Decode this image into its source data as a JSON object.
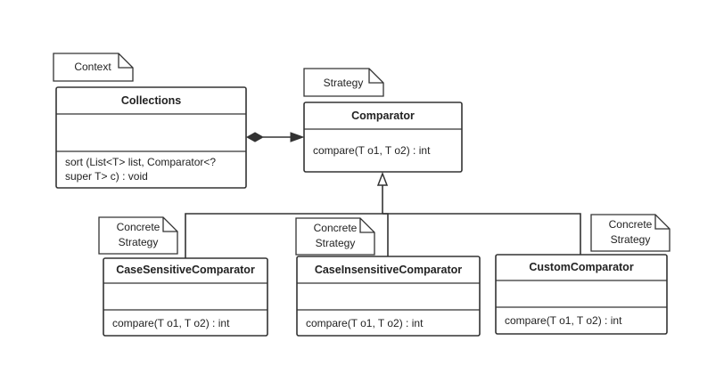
{
  "notes": {
    "context": [
      "Context"
    ],
    "strategy": [
      "Strategy"
    ],
    "concrete_1": [
      "Concrete",
      "Strategy"
    ],
    "concrete_2": [
      "Concrete",
      "Strategy"
    ],
    "concrete_3": [
      "Concrete",
      "Strategy"
    ]
  },
  "classes": {
    "collections": {
      "name": "Collections",
      "operations": [
        "sort (List<T> list, Comparator<?",
        "super T> c)  : void"
      ]
    },
    "comparator": {
      "name": "Comparator",
      "operations": [
        "compare(T o1, T o2) : int"
      ]
    },
    "case_sensitive": {
      "name": "CaseSensitiveComparator",
      "operations": [
        "compare(T o1, T o2) : int"
      ]
    },
    "case_insensitive": {
      "name": "CaseInsensitiveComparator",
      "operations": [
        "compare(T o1, T o2) : int"
      ]
    },
    "custom": {
      "name": "CustomComparator",
      "operations": [
        "compare(T o1, T o2) : int"
      ]
    }
  },
  "relations": {
    "composition": {
      "from": "collections",
      "to": "comparator",
      "kind": "composition"
    },
    "realizations": [
      {
        "from": "case_sensitive",
        "to": "comparator",
        "kind": "inheritance"
      },
      {
        "from": "case_insensitive",
        "to": "comparator",
        "kind": "inheritance"
      },
      {
        "from": "custom",
        "to": "comparator",
        "kind": "inheritance"
      }
    ]
  },
  "colors": {
    "stroke": "#333333",
    "background": "#ffffff",
    "text": "#222222"
  }
}
